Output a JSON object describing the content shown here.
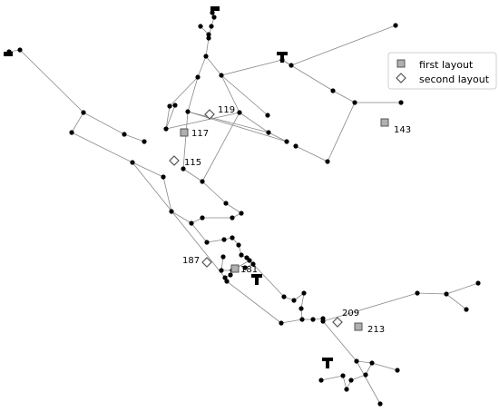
{
  "legend": {
    "first_label": "first layout",
    "second_label": "second layout"
  },
  "colors": {
    "square_fill": "#b0b0b0",
    "diamond_fill": "#ffffff",
    "marker_stroke": "#555555"
  },
  "markers": {
    "l117": "117",
    "l119": "119",
    "l115": "115",
    "l143": "143",
    "l187": "187",
    "l181": "181",
    "l209": "209",
    "l213": "213"
  }
}
